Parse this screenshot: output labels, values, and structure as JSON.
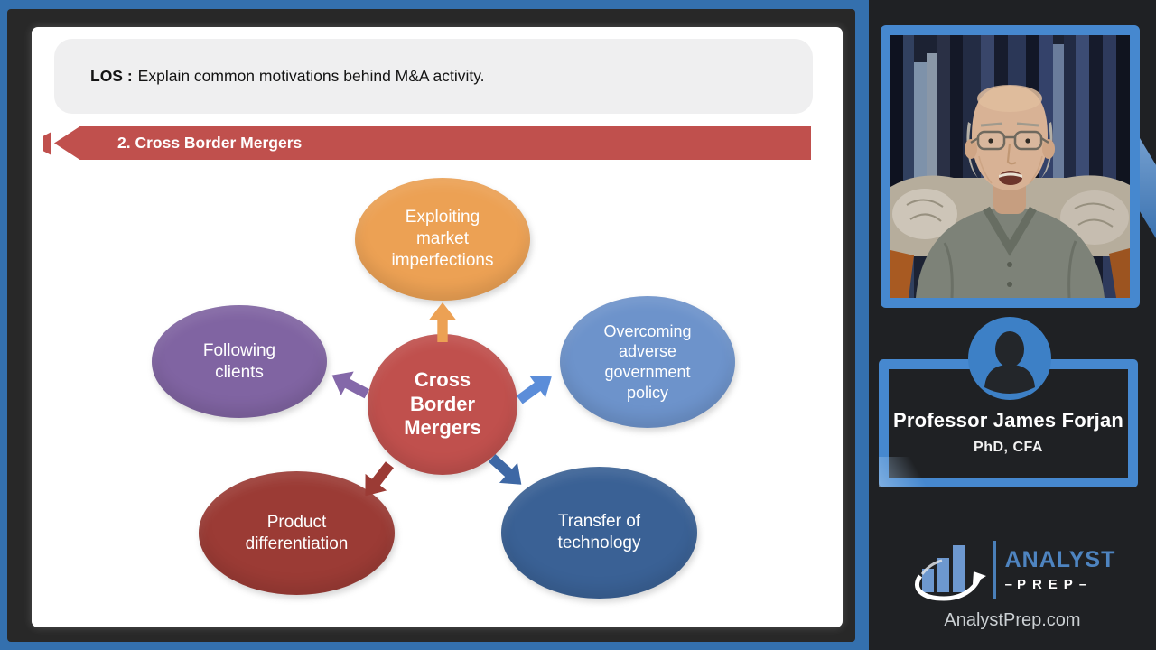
{
  "slide": {
    "los": {
      "label": "LOS :",
      "text": "Explain common motivations behind M&A activity."
    },
    "banner": {
      "text": "2. Cross Border Mergers",
      "color": "#C0504D"
    },
    "diagram": {
      "center": {
        "label": "Cross Border Mergers",
        "lines": [
          "Cross",
          "Border",
          "Mergers"
        ],
        "color": "#C0504D"
      },
      "nodes": [
        {
          "position": "top",
          "label": "Exploiting market imperfections",
          "lines": [
            "Exploiting",
            "market",
            "imperfections"
          ],
          "color": "#ECA154",
          "arrow_color": "#ECA154"
        },
        {
          "position": "right",
          "label": "Overcoming adverse government policy",
          "lines": [
            "Overcoming",
            "adverse",
            "government",
            "policy"
          ],
          "color": "#6D93CB",
          "arrow_color": "#5B8DD9"
        },
        {
          "position": "left",
          "label": "Following clients",
          "lines": [
            "Following",
            "clients"
          ],
          "color": "#8064A2",
          "arrow_color": "#8468A9"
        },
        {
          "position": "bottom-left",
          "label": "Product differentiation",
          "lines": [
            "Product",
            "differentiation"
          ],
          "color": "#9B3B35",
          "arrow_color": "#9B3B35"
        },
        {
          "position": "bottom-right",
          "label": "Transfer of technology",
          "lines": [
            "Transfer of",
            "technology"
          ],
          "color": "#3A6195",
          "arrow_color": "#3E68A5"
        }
      ]
    }
  },
  "sidebar": {
    "presenter": {
      "name": "Professor James Forjan",
      "credentials": "PhD, CFA"
    },
    "logo": {
      "analyst": "ANALYST",
      "prep": "PREP",
      "dash": "–",
      "bar_color": "#6D98CF"
    },
    "website": "AnalystPrep.com",
    "accent_color": "#4688CF",
    "avatar_color": "#3D80C6",
    "background": "#1F2124"
  },
  "colors": {
    "page_background": "#3470AE",
    "slide_frame": "#282828",
    "los_background": "#EFEFF0"
  }
}
